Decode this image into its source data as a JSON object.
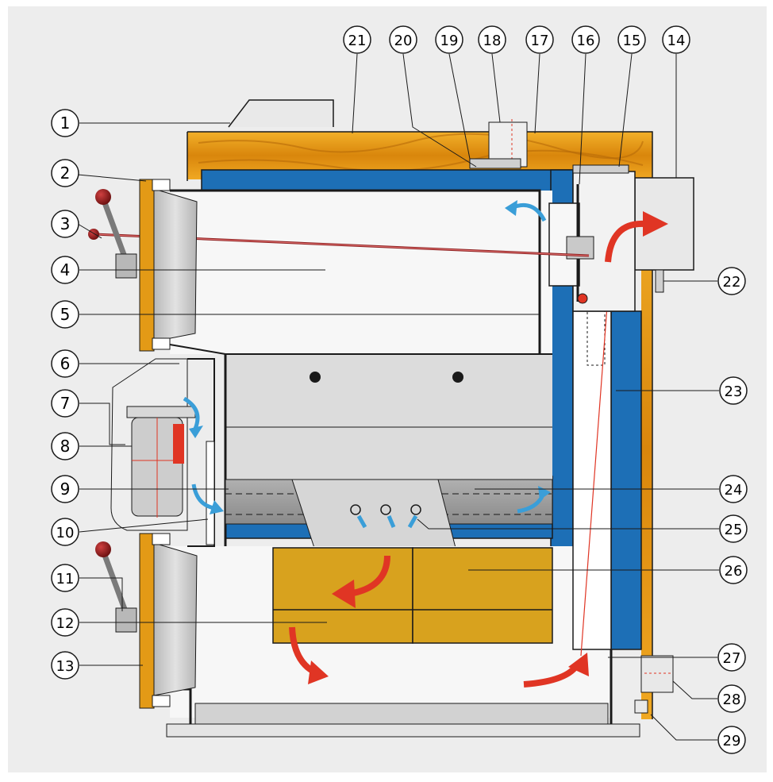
{
  "callouts": {
    "n1": "1",
    "n2": "2",
    "n3": "3",
    "n4": "4",
    "n5": "5",
    "n6": "6",
    "n7": "7",
    "n8": "8",
    "n9": "9",
    "n10": "10",
    "n11": "11",
    "n12": "12",
    "n13": "13",
    "n14": "14",
    "n15": "15",
    "n16": "16",
    "n17": "17",
    "n18": "18",
    "n19": "19",
    "n20": "20",
    "n21": "21",
    "n22": "22",
    "n23": "23",
    "n24": "24",
    "n25": "25",
    "n26": "26",
    "n27": "27",
    "n28": "28",
    "n29": "29"
  },
  "colors": {
    "background": "#ededed",
    "insulation": "#e69a12",
    "water_jacket": "#1d6fb6",
    "chamber": "#f7f7f7",
    "ceramic": "#d8a21e",
    "door": "#c9c9c9",
    "hot_gas_arrow": "#e03524",
    "air_arrow": "#3a9ed8",
    "outline": "#1a1a1a",
    "handle": "#8b1d1d"
  }
}
